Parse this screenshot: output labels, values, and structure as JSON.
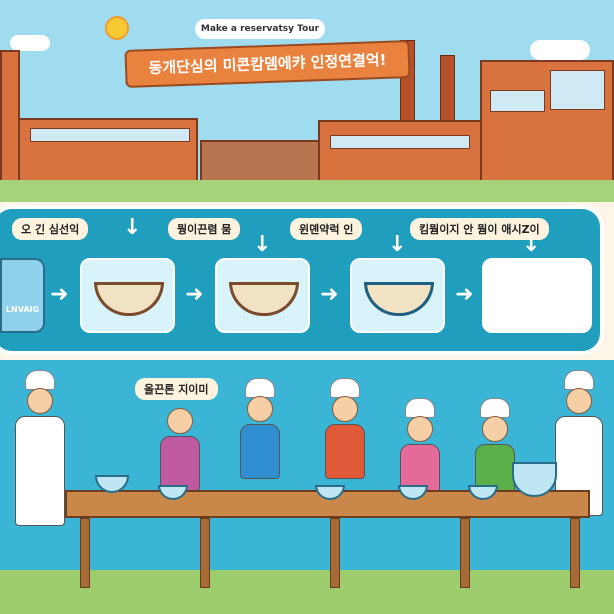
{
  "header": {
    "subtitle": "Make a reservatsy Tour",
    "banner": "동개단심의 미콘캄뎀에캬 인정연결억!"
  },
  "flow": {
    "steps": [
      {
        "label": "오 긴 심선익",
        "can_text": "LNVAIG"
      },
      {
        "label": "뭥이끈렴 뭄"
      },
      {
        "label": "윈뎬약럭 인"
      },
      {
        "label": "킴뭠이지 안 뭠이 애시Z이"
      }
    ]
  },
  "workshop": {
    "label": "올끈론 지이미"
  },
  "colors": {
    "sky": "#9fdcf0",
    "brick": "#d8733f",
    "banner": "#e9823e",
    "panel": "#1f9fbd"
  }
}
